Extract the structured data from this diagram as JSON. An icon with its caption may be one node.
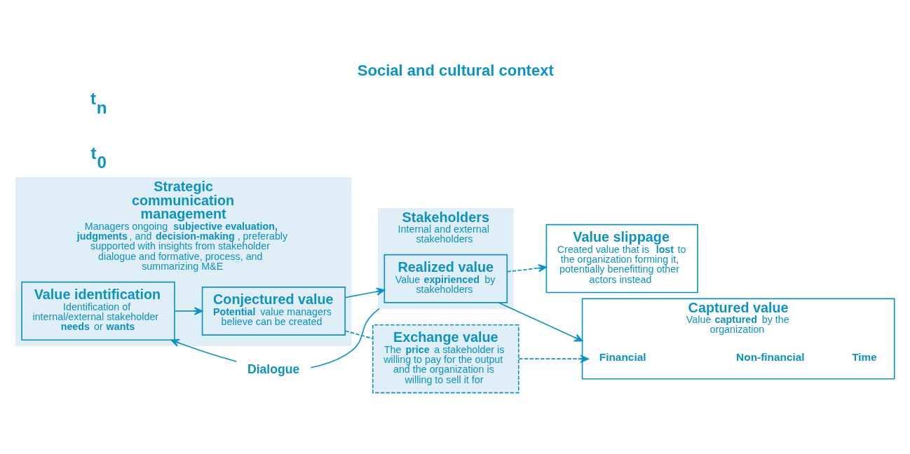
{
  "diagram": {
    "title": "Social and cultural context",
    "nodes": [
      {
        "text": [
          "Strategic communication management",
          "Managers ongoing **subjective evaluation, judgments**, and **decision-making**, preferably supported with insights from stakeholder dialogue and formative, process, and summarizing M&E"
        ]
      },
      {
        "text": [
          "Value identification",
          "Identification of internal/external stakeholder **needs** or **wants**"
        ],
        "in": 0
      },
      {
        "text": [
          "Conjectured value",
          "**Potential** value managers believe can be created"
        ],
        "in": 0
      },
      {
        "text": [
          "Stakeholders",
          "Internal and external stakeholders"
        ]
      },
      {
        "text": [
          "Realized value",
          "Value **expirienced** by stakeholders"
        ],
        "in": 3
      },
      {
        "text": [
          "Value slippage",
          "Created value that is **lost** to the organization forming it, potentially benefitting other actors instead"
        ]
      },
      {
        "text": [
          "Captured value",
          "Value **captured** by the organization"
        ]
      },
      {
        "text": [
          "Financial"
        ],
        "in": 6
      },
      {
        "text": [
          "Non-financial"
        ],
        "in": 6
      },
      {
        "text": [
          "Time"
        ],
        "in": 6
      },
      {
        "text": [
          "Exchange value",
          "The **price** a stakeholder is willing to pay for the output and the organization is willing to sell it for"
        ]
      },
      {
        "text": [
          "Dialogue"
        ]
      }
    ],
    "edges": [
      {
        "from": 11,
        "to": 1,
        "arrow": "to"
      },
      {
        "from": 3,
        "to": 11,
        "arrow": "none"
      },
      {
        "from": 1,
        "to": 2,
        "arrow": "to"
      },
      {
        "from": 2,
        "to": 4,
        "arrow": "to"
      },
      {
        "from": 2,
        "to": 10,
        "arrow": "none",
        "style": "dashed"
      },
      {
        "from": 4,
        "to": 6,
        "arrow": "to"
      },
      {
        "from": 4,
        "to": 5,
        "arrow": "to",
        "style": "dashed"
      },
      {
        "from": 10,
        "to": 7,
        "arrow": "to",
        "style": "dashed"
      }
    ],
    "labels": [
      "t$_{0}$",
      "t$_{n}$"
    ]
  }
}
